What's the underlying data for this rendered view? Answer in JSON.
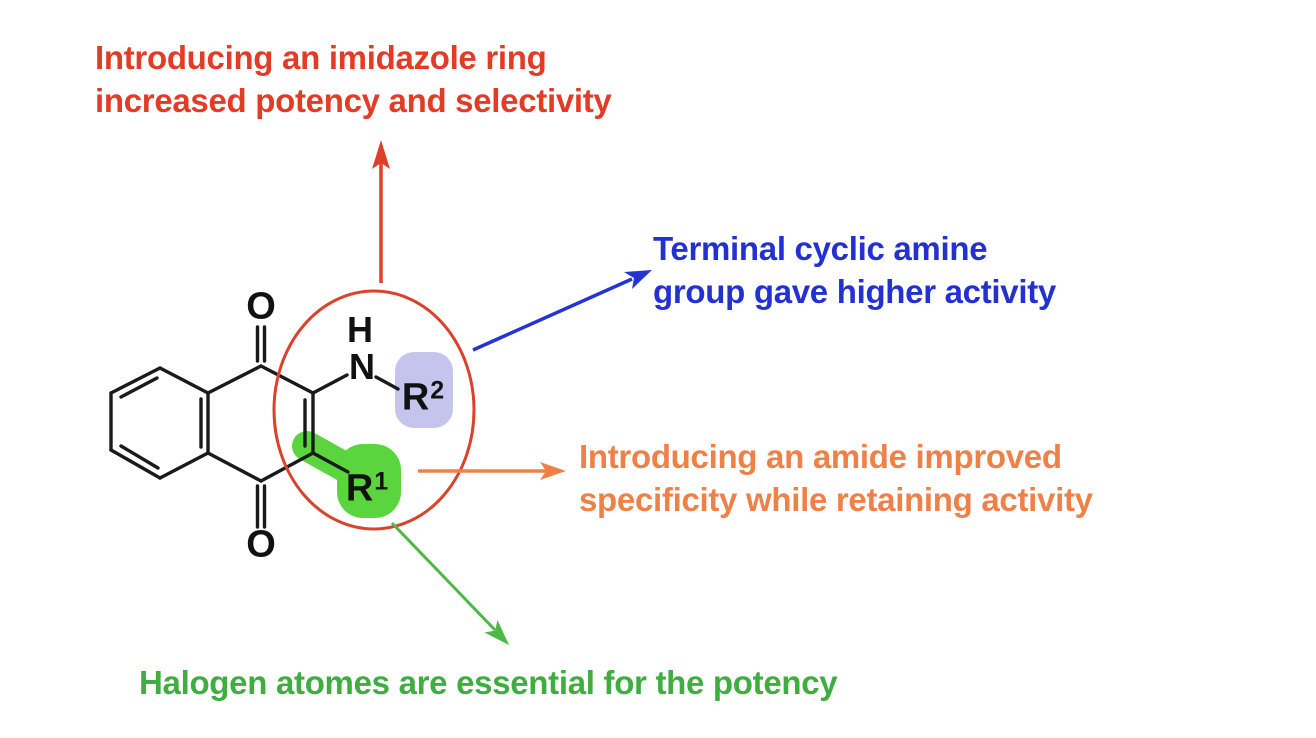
{
  "figure": {
    "notes": {
      "imidazole": {
        "line1": "Introducing an imidazole ring",
        "line2": "increased potency and selectivity"
      },
      "amine": {
        "line1": "Terminal cyclic amine",
        "line2": "group gave higher activity"
      },
      "amide": {
        "line1": "Introducing an amide improved",
        "line2": "specificity while retaining activity"
      },
      "halogen": {
        "line1": "Halogen atomes are essential for the potency"
      }
    },
    "molecule": {
      "o_top": "O",
      "o_bottom": "O",
      "h": "H",
      "n": "N",
      "r1": {
        "base": "R",
        "sup": "1"
      },
      "r2": {
        "base": "R",
        "sup": "2"
      }
    },
    "colors": {
      "imidazole_note": "#e23c26",
      "amine_note": "#2331d1",
      "amide_note": "#ee8148",
      "halogen_note": "#40ad40",
      "imidazole_arrow": "#e0402a",
      "amine_arrow": "#2433d6",
      "amide_arrow": "#ee8148",
      "halogen_arrow": "#4cb845",
      "ellipse": "#d9432b",
      "r1_highlight": "#5bd53e",
      "r2_highlight": "#c5c4ec",
      "bond": "#1a1a1a"
    }
  }
}
